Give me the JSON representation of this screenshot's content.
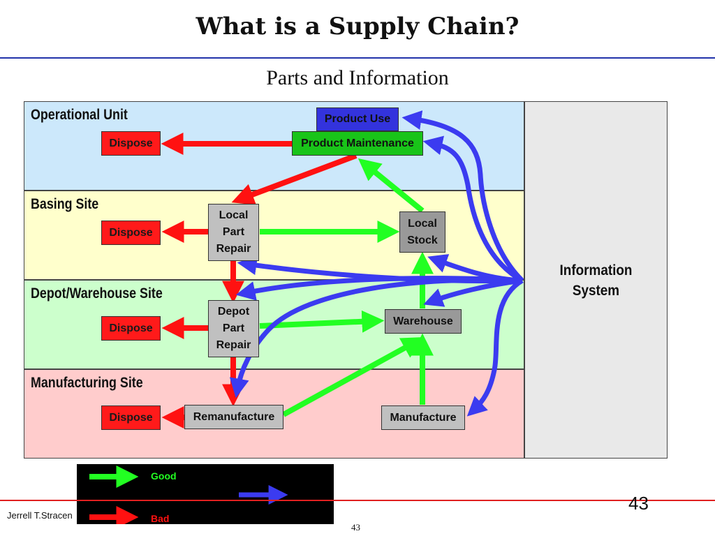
{
  "title": "What is a Supply Chain?",
  "subtitle": "Parts and Information",
  "bands": {
    "operational": "Operational Unit",
    "basing": "Basing Site",
    "depot": "Depot/Warehouse Site",
    "manufacturing": "Manufacturing Site"
  },
  "info_system": "Information\nSystem",
  "boxes": {
    "product_use": "Product Use",
    "product_maintenance": "Product Maintenance",
    "dispose": "Dispose",
    "local_part_repair": "Local\nPart\nRepair",
    "local_stock": "Local\nStock",
    "depot_part_repair": "Depot\nPart\nRepair",
    "warehouse": "Warehouse",
    "remanufacture": "Remanufacture",
    "manufacture": "Manufacture"
  },
  "legend": {
    "good": "Good",
    "bad": "Bad"
  },
  "footer": {
    "author": "Jerrell T.Stracen",
    "page_number": "43",
    "page_number_small": "43"
  },
  "colors": {
    "operational_band": "#cce8fb",
    "basing_band": "#ffffcc",
    "depot_band": "#ccffcc",
    "manufacturing_band": "#ffcccc",
    "good_arrow": "#22ff22",
    "bad_arrow": "#ff1111",
    "info_arrow": "#3b3bf0"
  },
  "icons": {
    "good_arrow": "green-arrow-icon",
    "bad_arrow": "red-arrow-icon",
    "info_arrow": "blue-arrow-icon"
  }
}
